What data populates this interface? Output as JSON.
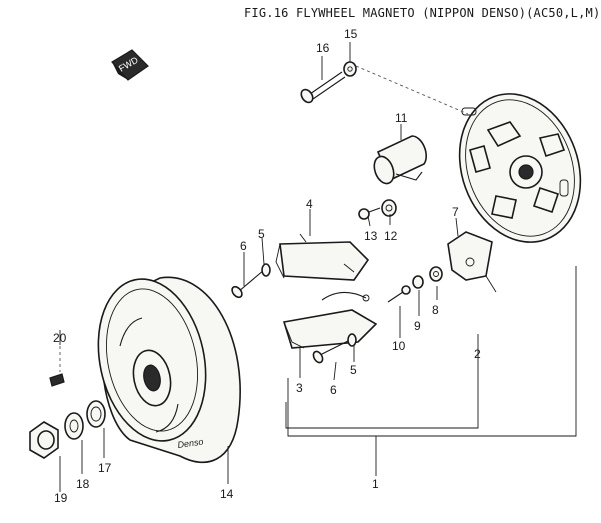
{
  "title": "FIG.16  FLYWHEEL MAGNETO (NIPPON DENSO)(AC50,L,M)",
  "direction_label": "FWD",
  "brand_mark": "Denso",
  "callouts": {
    "c1": "1",
    "c2": "2",
    "c3": "3",
    "c4": "4",
    "c5a": "5",
    "c5b": "5",
    "c6a": "6",
    "c6b": "6",
    "c7": "7",
    "c8": "8",
    "c9": "9",
    "c10": "10",
    "c11": "11",
    "c12": "12",
    "c13": "13",
    "c14": "14",
    "c15": "15",
    "c16": "16",
    "c17": "17",
    "c18": "18",
    "c19": "19",
    "c20": "20"
  }
}
